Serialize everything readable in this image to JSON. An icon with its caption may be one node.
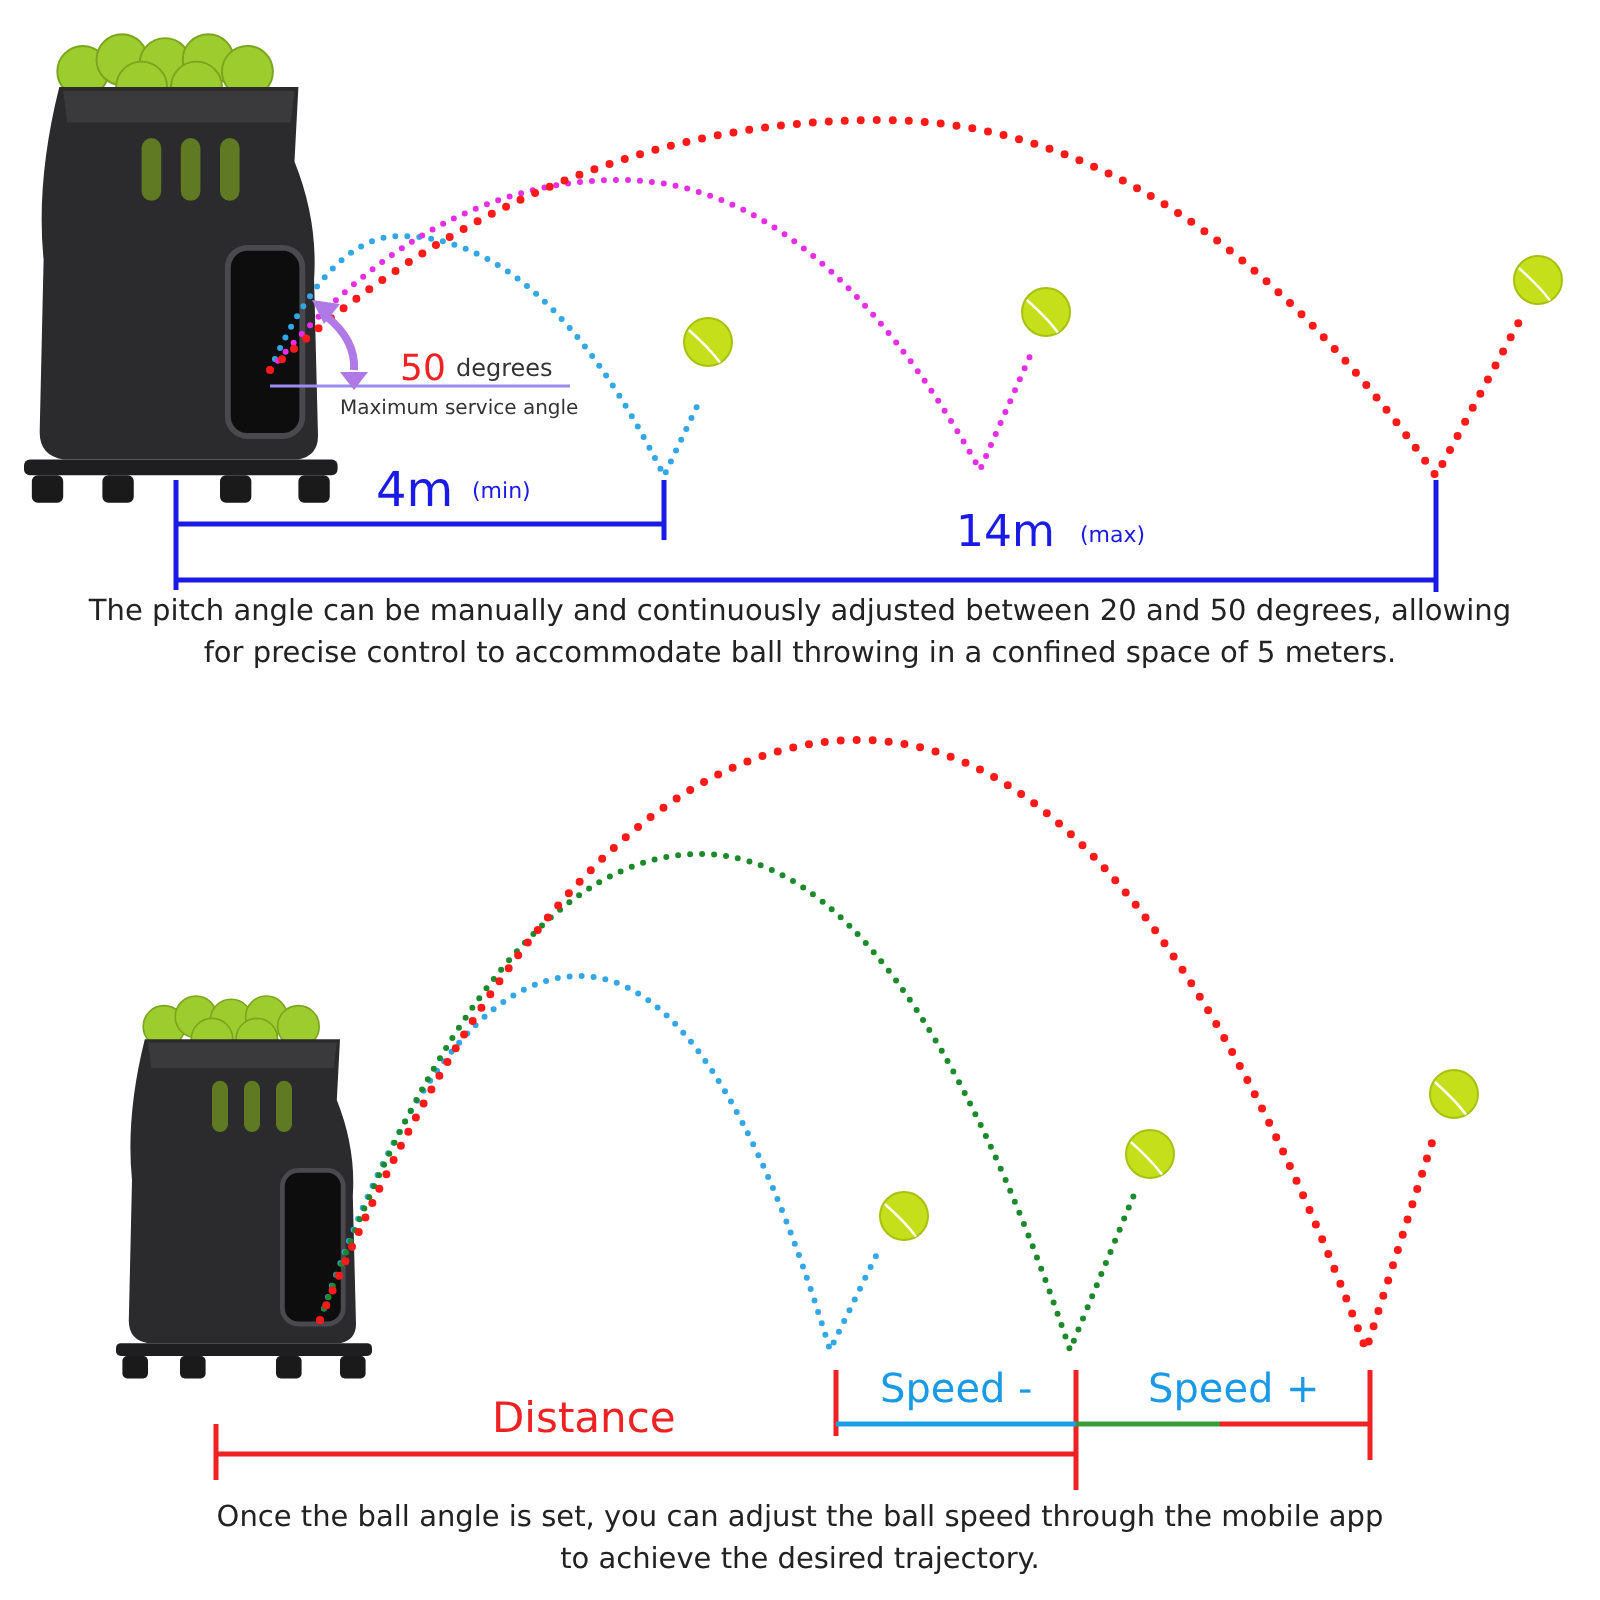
{
  "diagram": {
    "labels": [
      "50",
      "degrees",
      "Maximum service angle",
      "4m",
      "(min)",
      "14m",
      "(max)",
      "The pitch angle can be manually and continuously adjusted between 20 and 50 degrees, allowing for precise control to accommodate ball throwing in a confined space of 5 meters.",
      "Distance",
      "Speed -",
      "Speed +",
      "Once the ball angle is set, you can adjust the ball speed through the mobile app to achieve the desired trajectory."
    ]
  }
}
